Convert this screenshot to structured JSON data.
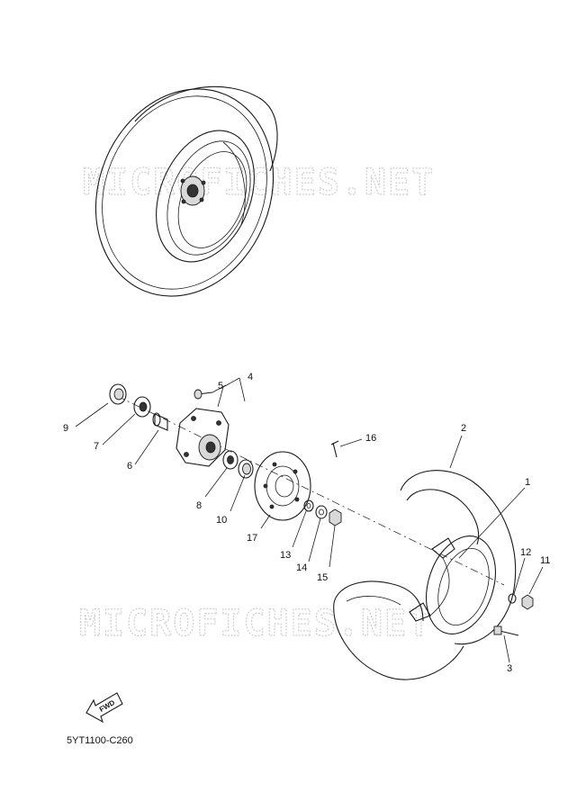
{
  "diagram": {
    "code": "5YT1100-C260",
    "fwd_label": "FWD",
    "watermark_top": "MICROFICHES.NET",
    "watermark_bottom": "MICROFICHES.NET",
    "callouts": {
      "c1": "1",
      "c2": "2",
      "c3": "3",
      "c4": "4",
      "c5": "5",
      "c6": "6",
      "c7": "7",
      "c8": "8",
      "c9": "9",
      "c10": "10",
      "c11": "11",
      "c12": "12",
      "c13": "13",
      "c14": "14",
      "c15": "15",
      "c16": "16",
      "c17": "17"
    }
  }
}
